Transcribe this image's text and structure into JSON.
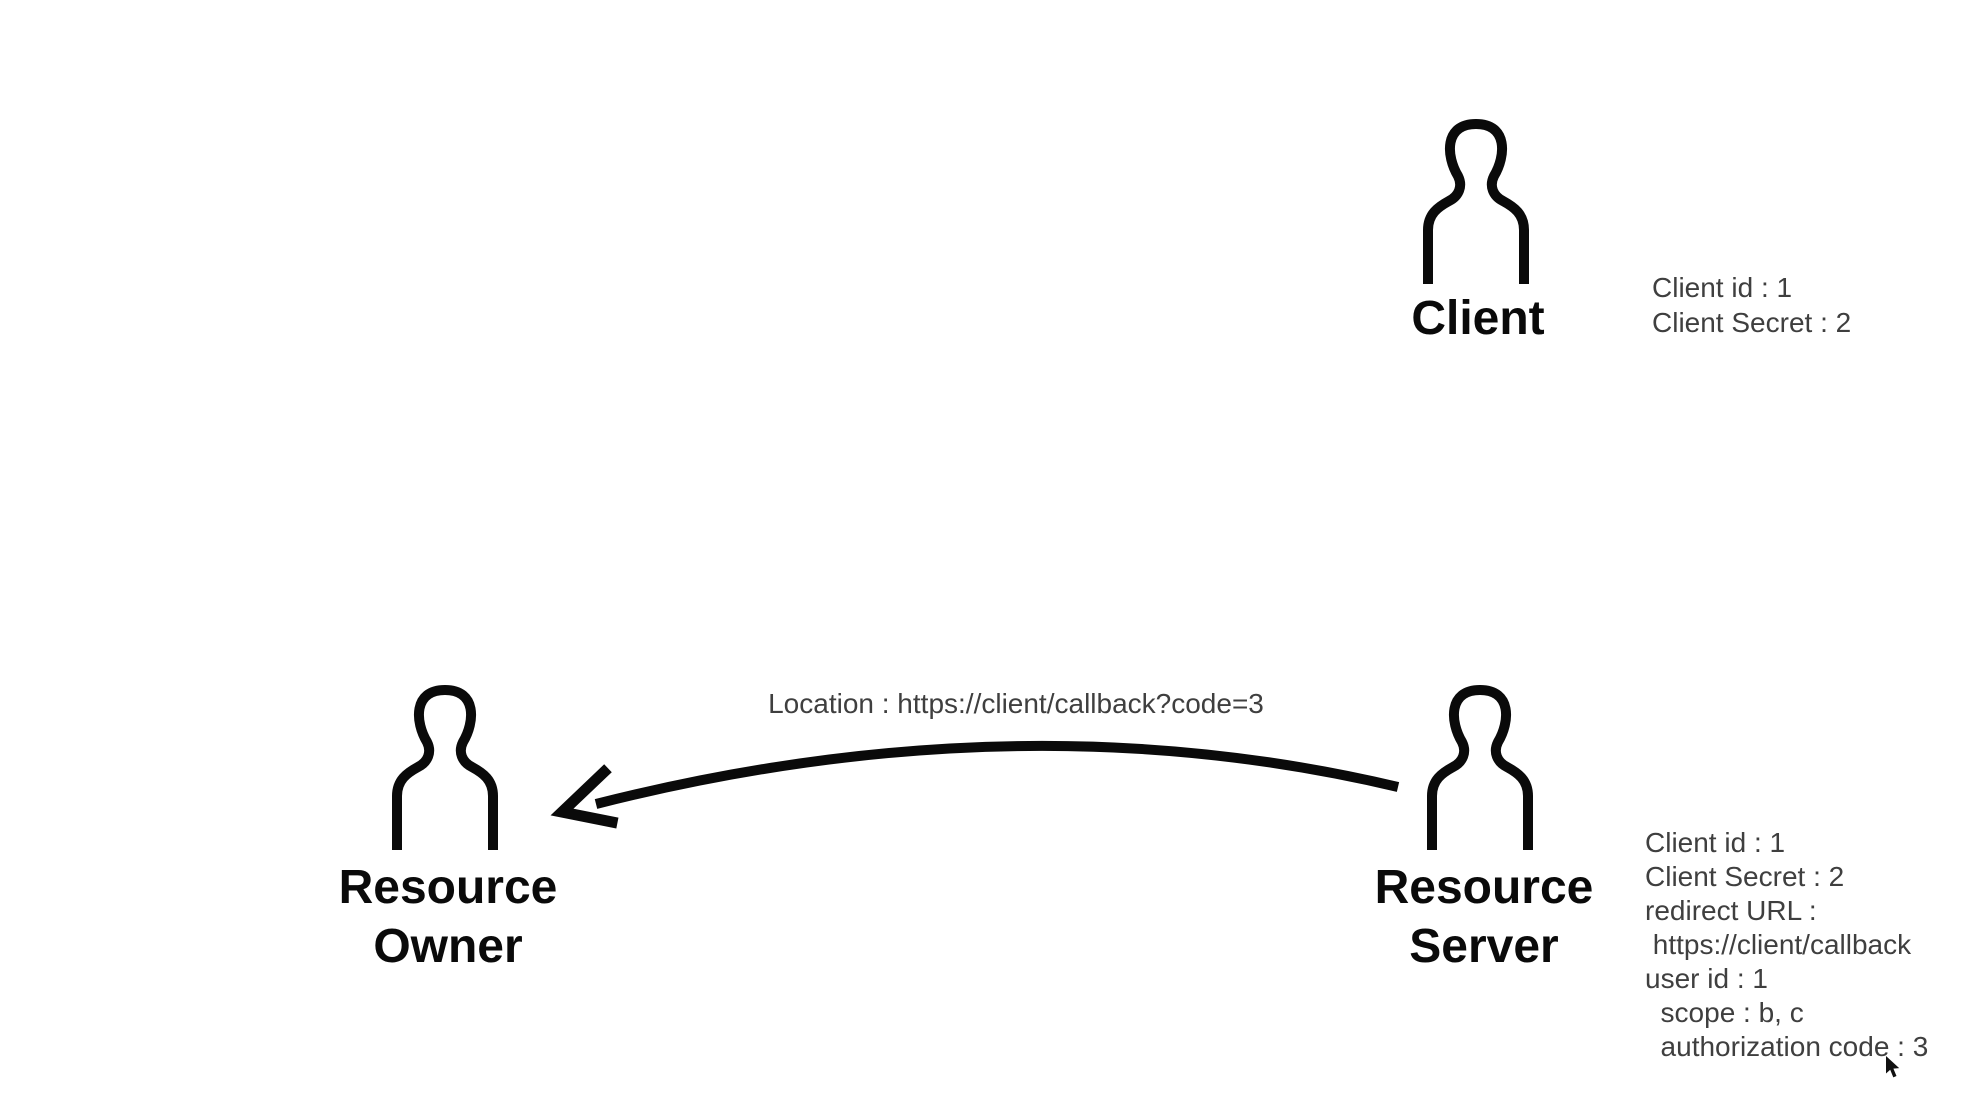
{
  "canvas": {
    "background": "#ffffff",
    "ink_color": "#0a0a0a",
    "annotation_text_color": "#3f3f3f"
  },
  "actors": {
    "client": {
      "label": "Client",
      "icon": "person-icon",
      "details": [
        "Client id : 1",
        "Client Secret : 2"
      ]
    },
    "resource_owner": {
      "label_lines": [
        "Resource",
        "Owner"
      ],
      "icon": "person-icon"
    },
    "resource_server": {
      "label_lines": [
        "Resource",
        "Server"
      ],
      "icon": "person-icon",
      "details": [
        "Client id : 1",
        "Client Secret : 2",
        "redirect URL :",
        " https://client/callback",
        "user id : 1",
        "  scope : b, c",
        "  authorization code : 3"
      ]
    }
  },
  "arrow": {
    "label": "Location : https://client/callback?code=3",
    "from": "Resource Server",
    "to": "Resource Owner"
  },
  "cursor": {
    "icon": "mouse-pointer"
  }
}
